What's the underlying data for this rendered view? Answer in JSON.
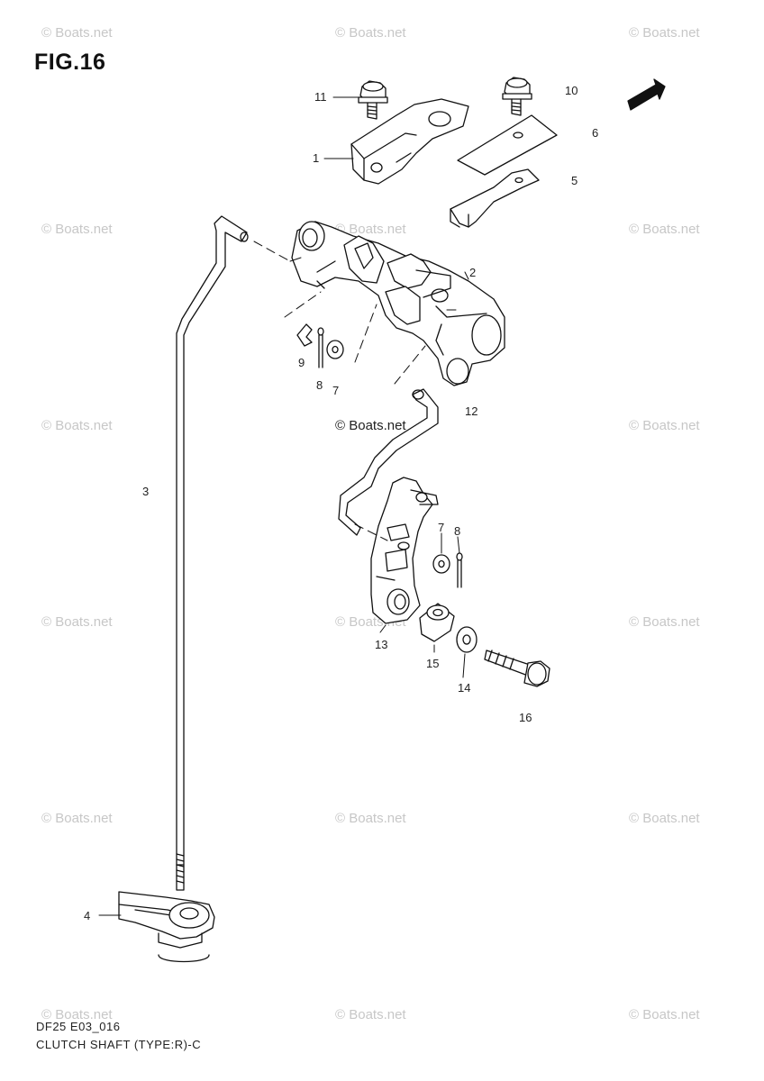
{
  "figure": {
    "title": "FIG.16",
    "model_code": "DF25 E03_016",
    "caption": "CLUTCH SHAFT (TYPE:R)-C",
    "direction_badge": "FWD"
  },
  "watermark": {
    "text": "© Boats.net"
  },
  "callouts": [
    {
      "id": "11",
      "label": "11"
    },
    {
      "id": "10",
      "label": "10"
    },
    {
      "id": "6",
      "label": "6"
    },
    {
      "id": "1",
      "label": "1"
    },
    {
      "id": "5",
      "label": "5"
    },
    {
      "id": "2",
      "label": "2"
    },
    {
      "id": "9",
      "label": "9"
    },
    {
      "id": "8a",
      "label": "8"
    },
    {
      "id": "7a",
      "label": "7"
    },
    {
      "id": "12",
      "label": "12"
    },
    {
      "id": "3",
      "label": "3"
    },
    {
      "id": "7b",
      "label": "7"
    },
    {
      "id": "8b",
      "label": "8"
    },
    {
      "id": "13",
      "label": "13"
    },
    {
      "id": "15",
      "label": "15"
    },
    {
      "id": "14",
      "label": "14"
    },
    {
      "id": "16",
      "label": "16"
    },
    {
      "id": "4",
      "label": "4"
    }
  ]
}
